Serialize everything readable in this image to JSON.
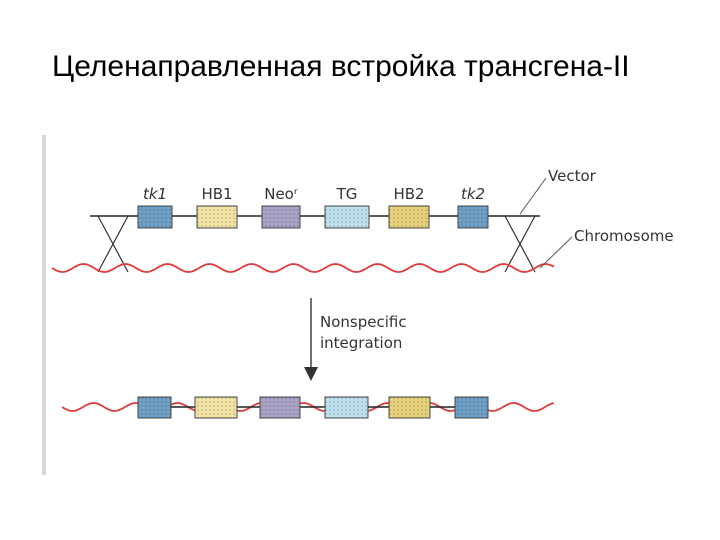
{
  "title": "Целенаправленная встройка трансгена-II",
  "diagram": {
    "genes": [
      {
        "label": "tk1",
        "italic": true,
        "color": "#6f9fc4"
      },
      {
        "label": "HB1",
        "italic": false,
        "color": "#f1e2a6"
      },
      {
        "label": "Neoʳ",
        "italic": false,
        "color": "#a9a3c8"
      },
      {
        "label": "TG",
        "italic": false,
        "color": "#bfe0ee"
      },
      {
        "label": "HB2",
        "italic": false,
        "color": "#e7d07a"
      },
      {
        "label": "tk2",
        "italic": true,
        "color": "#6f9fc4"
      }
    ],
    "vector_label": "Vector",
    "chromosome_label": "Chromosome",
    "arrow_label_line1": "Nonspecific",
    "arrow_label_line2": "integration"
  }
}
